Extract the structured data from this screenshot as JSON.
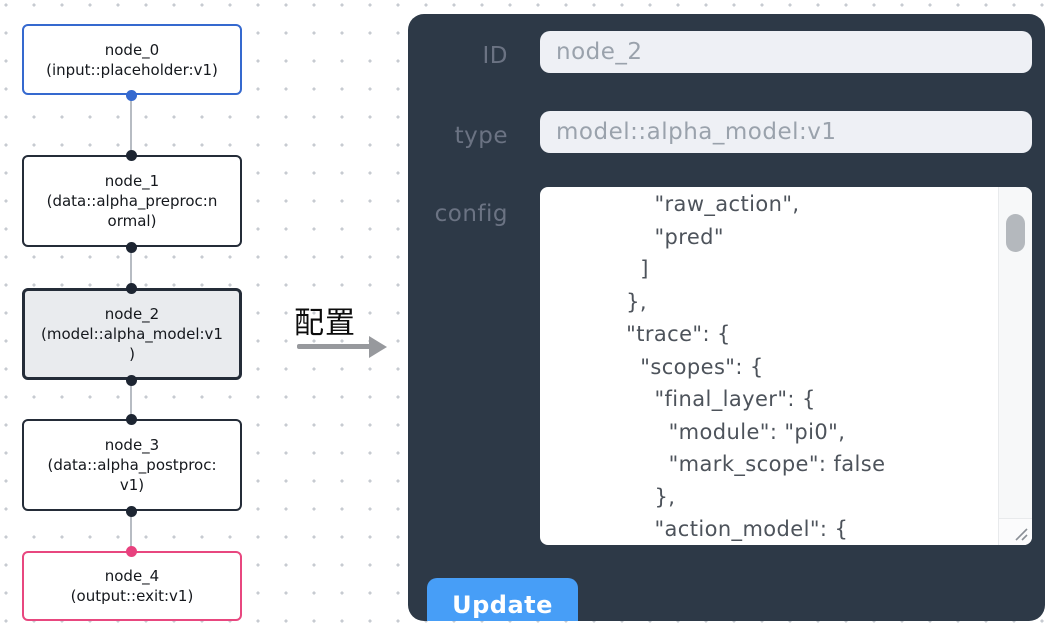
{
  "flow": {
    "nodes": [
      {
        "id": "node_0",
        "label": "node_0\n(input::placeholder:v1)",
        "role": "input"
      },
      {
        "id": "node_1",
        "label": "node_1\n(data::alpha_preproc:n\normal)",
        "role": "data"
      },
      {
        "id": "node_2",
        "label": "node_2\n(model::alpha_model:v1\n)",
        "role": "model",
        "selected": true
      },
      {
        "id": "node_3",
        "label": "node_3\n(data::alpha_postproc:\nv1)",
        "role": "data"
      },
      {
        "id": "node_4",
        "label": "node_4\n(output::exit:v1)",
        "role": "output"
      }
    ],
    "colors": {
      "input_node_border": "#3569cf",
      "default_node_border": "#242c38",
      "output_node_border": "#e8477f",
      "selected_node_bg": "#e9ebee",
      "handle_default": "#1d2532",
      "handle_input": "#3569cf",
      "handle_output": "#e8417e",
      "edge": "#b7bcc3"
    }
  },
  "arrow": {
    "label": "配置"
  },
  "panel": {
    "fields": [
      {
        "label": "ID",
        "value": "node_2"
      },
      {
        "label": "type",
        "value": "model::alpha_model:v1"
      },
      {
        "label": "config",
        "value": "      \"raw_action\",\n      \"pred\"\n    ]\n  },\n  \"trace\": {\n    \"scopes\": {\n      \"final_layer\": {\n        \"module\": \"pi0\",\n        \"mark_scope\": false\n      },\n      \"action_model\": {"
      }
    ],
    "update_label": "Update",
    "colors": {
      "panel_bg": "#2d3947",
      "field_bg": "#eef0f5",
      "field_text": "#9aa2ac",
      "label_text": "#6b7383",
      "button_bg": "#479ef7"
    }
  }
}
